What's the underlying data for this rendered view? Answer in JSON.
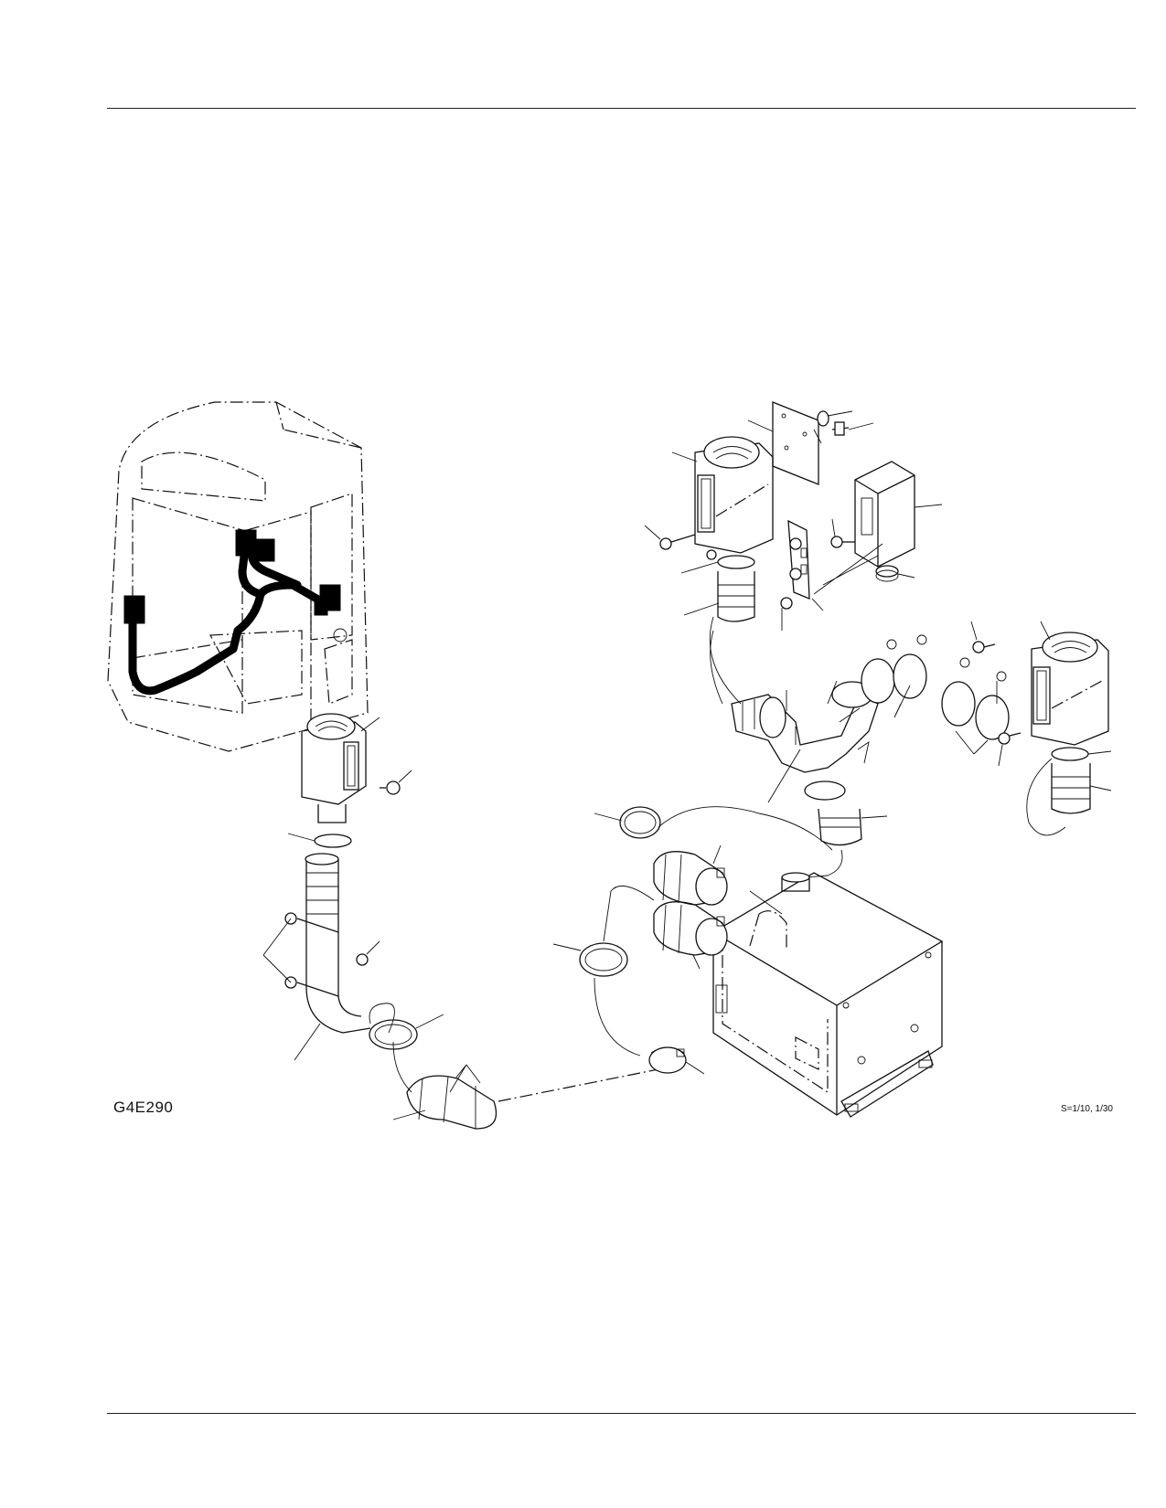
{
  "page": {
    "figure_id": "G4E290",
    "scale_note": "S=1/10, 1/30"
  },
  "diagram": {
    "components": [
      {
        "name": "cab"
      },
      {
        "name": "wiring-harness"
      },
      {
        "name": "left-air-vent"
      },
      {
        "name": "left-vertical-duct"
      },
      {
        "name": "elbow-hose"
      },
      {
        "name": "top-left-air-vent"
      },
      {
        "name": "top-right-air-vent"
      },
      {
        "name": "control-panel-bracket"
      },
      {
        "name": "mounting-plate"
      },
      {
        "name": "junction-box"
      },
      {
        "name": "y-branch-duct"
      },
      {
        "name": "hose-clamps"
      },
      {
        "name": "heater-unit"
      }
    ]
  }
}
